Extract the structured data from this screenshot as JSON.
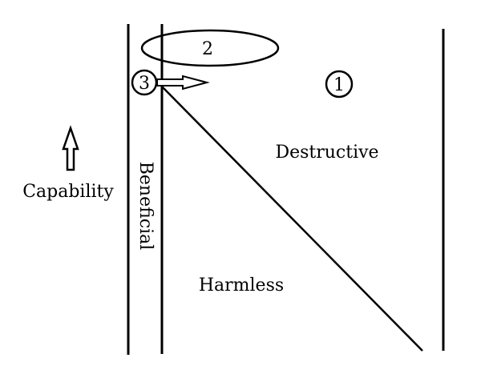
{
  "labels": {
    "capability": "Capability",
    "beneficial": "Beneficial",
    "destructive": "Destructive",
    "harmless": "Harmless"
  },
  "markers": {
    "one": "1",
    "two": "2",
    "three": "3"
  },
  "colors": {
    "stroke": "#000000",
    "background": "#ffffff"
  }
}
